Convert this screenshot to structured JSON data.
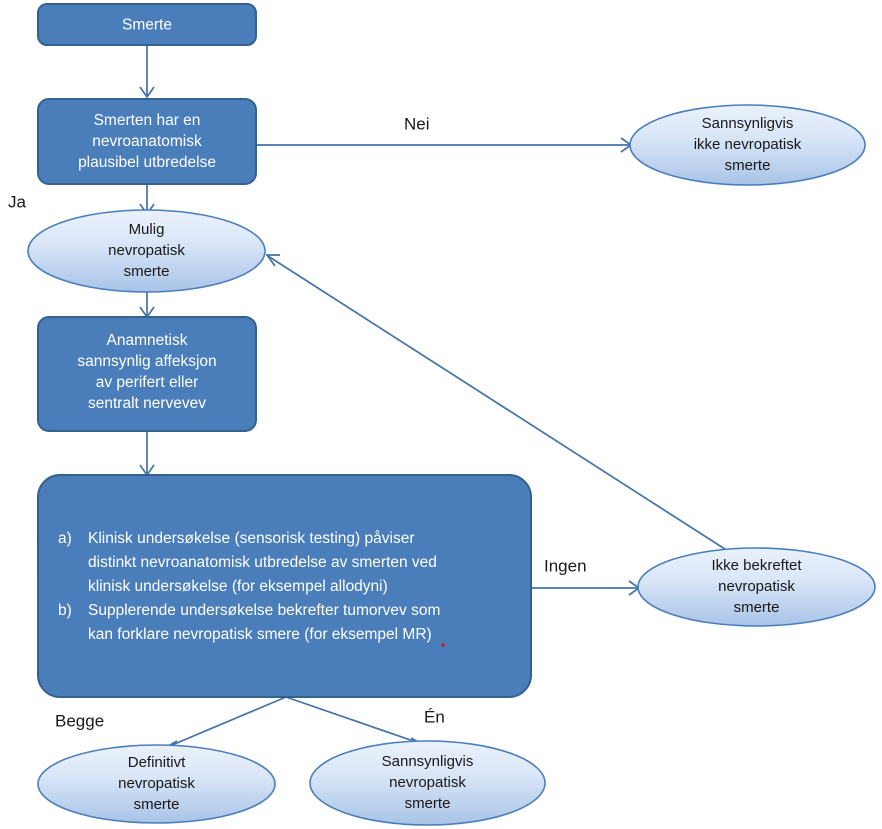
{
  "diagram": {
    "title": "Nevropatisk smerte - diagnostisk flytskjema",
    "language": "no",
    "colors": {
      "process_fill": "#4a7ebb",
      "process_stroke": "#35618f",
      "process_text": "#ffffff",
      "terminal_fill_light": "#e4ecf9",
      "terminal_fill_dark": "#a6c2e6",
      "terminal_stroke": "#4a7ebb",
      "terminal_text": "#181818",
      "connector": "#4472a8",
      "background": "#ffffff"
    }
  },
  "nodes": {
    "start": {
      "id": "smerte",
      "shape": "rounded-rect",
      "lines": [
        "Smerte"
      ]
    },
    "plausibel": {
      "id": "smerten-har-en-nevroanatomisk-plausibel-utbredelse",
      "shape": "rounded-rect",
      "lines": [
        "Smerten har en",
        "nevroanatomisk",
        "plausibel utbredelse"
      ]
    },
    "sannsynligvis_ikke": {
      "id": "sannsynligvis-ikke-nevropatisk-smerte",
      "shape": "ellipse",
      "lines": [
        "Sannsynligvis",
        "ikke nevropatisk",
        "smerte"
      ]
    },
    "mulig": {
      "id": "mulig-nevropatisk-smerte",
      "shape": "ellipse",
      "lines": [
        "Mulig",
        "nevropatisk",
        "smerte"
      ]
    },
    "anamnetisk": {
      "id": "anamnetisk-sannsynlig-affeksjon",
      "shape": "rounded-rect",
      "lines": [
        "Anamnetisk",
        "sannsynlig affeksjon",
        "av perifert eller",
        "sentralt nervevev"
      ]
    },
    "undersokelse": {
      "id": "klinisk-og-supplerende-undersokelse",
      "shape": "rounded-rect",
      "items": [
        {
          "marker": "a)",
          "lines": [
            "Klinisk undersøkelse (sensorisk testing) påviser",
            "distinkt nevroanatomisk utbredelse av smerten ved",
            "klinisk undersøkelse (for eksempel allodyni)"
          ]
        },
        {
          "marker": "b)",
          "lines": [
            "Supplerende undersøkelse bekrefter tumorvev som",
            "kan forklare nevropatisk smere (for eksempel MR)"
          ]
        }
      ]
    },
    "ikke_bekreftet": {
      "id": "ikke-bekreftet-nevropatisk-smerte",
      "shape": "ellipse",
      "lines": [
        "Ikke bekreftet",
        "nevropatisk",
        "smerte"
      ]
    },
    "definitivt": {
      "id": "definitivt-nevropatisk-smerte",
      "shape": "ellipse",
      "lines": [
        "Definitivt",
        "nevropatisk",
        "smerte"
      ]
    },
    "sannsynligvis": {
      "id": "sannsynligvis-nevropatisk-smerte",
      "shape": "ellipse",
      "lines": [
        "Sannsynligvis",
        "nevropatisk",
        "smerte"
      ]
    }
  },
  "edge_labels": {
    "nei": "Nei",
    "ja": "Ja",
    "ingen": "Ingen",
    "begge": "Begge",
    "en": "Én"
  }
}
